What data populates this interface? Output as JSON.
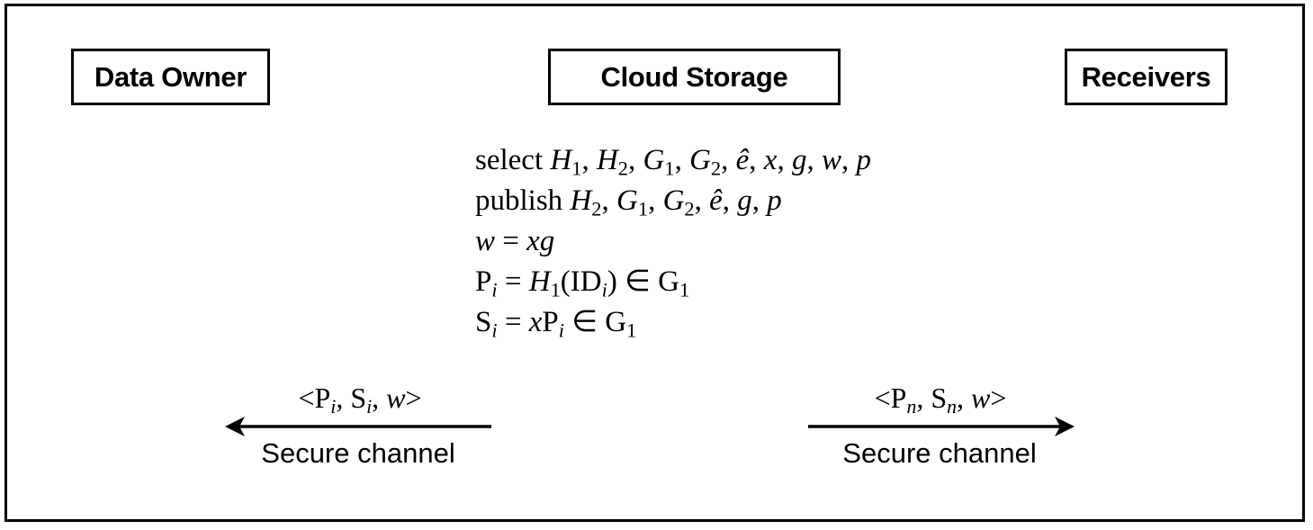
{
  "entities": {
    "data_owner": "Data Owner",
    "cloud_storage": "Cloud Storage",
    "receivers": "Receivers"
  },
  "equations": {
    "line1": {
      "word": "select",
      "H": "H",
      "G": "G",
      "e": "ê",
      "x": "x",
      "g": "g",
      "w": "w",
      "p": "p",
      "s1": "1",
      "s2": "2"
    },
    "line2": {
      "word": "publish",
      "H": "H",
      "G": "G",
      "e": "ê",
      "g": "g",
      "p": "p",
      "s1": "1",
      "s2": "2"
    },
    "line3": {
      "w": "w",
      "eq": "=",
      "x": "x",
      "g": "g"
    },
    "line4": {
      "P": "P",
      "i": "i",
      "eq": "=",
      "H": "H",
      "s1": "1",
      "ID": "ID",
      "in": "∈",
      "G": "G"
    },
    "line5": {
      "S": "S",
      "i": "i",
      "eq": "=",
      "x": "x",
      "P": "P",
      "in": "∈",
      "G": "G",
      "s1": "1"
    }
  },
  "messages": {
    "left": {
      "open": "<",
      "P": "P",
      "S": "S",
      "sub": "i",
      "w": "w",
      "close": ">"
    },
    "right": {
      "open": "<",
      "P": "P",
      "S": "S",
      "sub": "n",
      "w": "w",
      "close": ">"
    }
  },
  "channels": {
    "left": "Secure channel",
    "right": "Secure channel"
  },
  "colors": {
    "stroke": "#000000",
    "background": "#ffffff"
  },
  "arrows": {
    "left_direction": "left",
    "right_direction": "right"
  }
}
